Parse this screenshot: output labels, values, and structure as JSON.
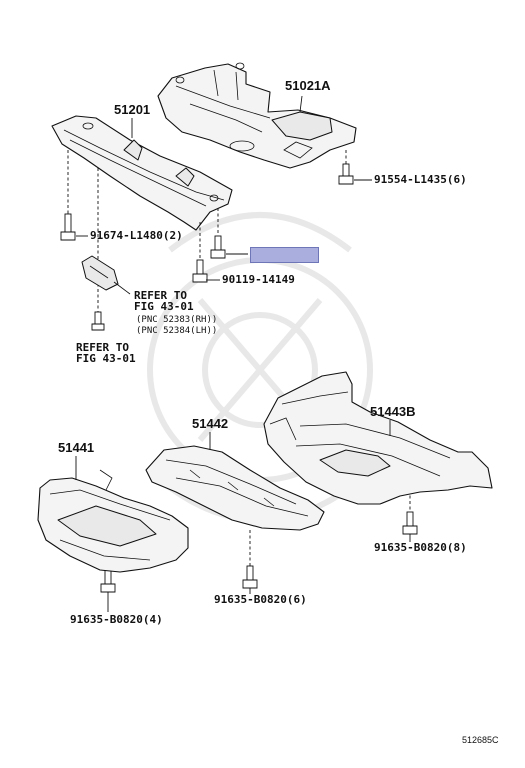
{
  "labels": {
    "p51021A": "51021A",
    "p51201": "51201",
    "b91554": "91554-L1435(6)",
    "b91674": "91674-L1480(2)",
    "b90119": "90119-14149",
    "ref1_a": "REFER TO",
    "ref1_b": "FIG 43-01",
    "pnc_rh": "(PNC 52383(RH))",
    "pnc_lh": "(PNC 52384(LH))",
    "ref2_a": "REFER TO",
    "ref2_b": "FIG 43-01",
    "p51441": "51441",
    "p51442": "51442",
    "p51443B": "51443B",
    "b91635_8": "91635-B0820(8)",
    "b91635_6": "91635-B0820(6)",
    "b91635_4": "91635-B0820(4)",
    "figure_code": "512685C"
  },
  "colors": {
    "highlight": "#a9aedf",
    "line": "#111111",
    "watermark": "#d9d9d9"
  }
}
